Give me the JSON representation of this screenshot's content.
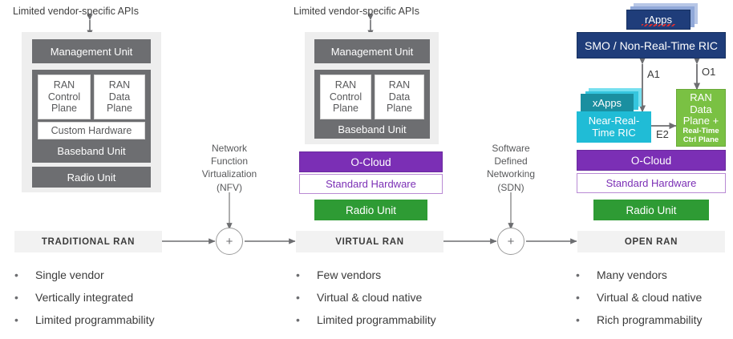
{
  "diagram": {
    "title": "RAN evolution: Traditional RAN to Virtual RAN to Open RAN",
    "colors": {
      "grey_block": "#6d6e71",
      "shell": "#eeeeee",
      "o_cloud_purple": "#7b2fb5",
      "standard_hardware_purple": "#7b2fb5",
      "radio_unit_green": "#2e9b34",
      "smo_navy": "#1f3d7a",
      "ric_cyan": "#20bcd6",
      "xapps_teal": "#1a8fa0",
      "ran_data_plane_green": "#7ac143",
      "stage_band": "#f2f2f2",
      "arrow": "#6d6e71"
    }
  },
  "columns": {
    "traditional": {
      "api_label": "Limited vendor-specific APIs",
      "management_unit": "Management Unit",
      "ran_control_plane": "RAN\nControl\nPlane",
      "ran_control_plane_lines": [
        "RAN",
        "Control",
        "Plane"
      ],
      "ran_data_plane_lines": [
        "RAN",
        "Data",
        "Plane"
      ],
      "custom_hardware": "Custom Hardware",
      "baseband_unit": "Baseband Unit",
      "radio_unit": "Radio Unit",
      "stage_label": "TRADITIONAL RAN",
      "bullets": [
        "Single vendor",
        "Vertically integrated",
        "Limited programmability"
      ]
    },
    "virtual": {
      "api_label": "Limited vendor-specific APIs",
      "management_unit": "Management Unit",
      "ran_control_plane_lines": [
        "RAN",
        "Control",
        "Plane"
      ],
      "ran_data_plane_lines": [
        "RAN",
        "Data",
        "Plane"
      ],
      "baseband_unit": "Baseband Unit",
      "o_cloud": "O-Cloud",
      "standard_hardware": "Standard Hardware",
      "radio_unit": "Radio Unit",
      "stage_label": "VIRTUAL RAN",
      "bullets": [
        "Few vendors",
        "Virtual & cloud native",
        "Limited programmability"
      ]
    },
    "open": {
      "rapps": "rApps",
      "smo": "SMO / Non-Real-Time RIC",
      "xapps": "xApps",
      "near_rt_ric_lines": [
        "Near-Real-",
        "Time RIC"
      ],
      "ran_data_plane_lines": [
        "RAN",
        "Data",
        "Plane +"
      ],
      "ran_data_plane_small_lines": [
        "Real-Time",
        "Ctrl Plane"
      ],
      "o_cloud": "O-Cloud",
      "standard_hardware": "Standard Hardware",
      "radio_unit": "Radio Unit",
      "interfaces": {
        "a1": "A1",
        "o1": "O1",
        "e2": "E2"
      },
      "stage_label": "OPEN RAN",
      "bullets": [
        "Many vendors",
        "Virtual & cloud native",
        "Rich programmability"
      ]
    }
  },
  "transitions": {
    "nfv": {
      "lines": [
        "Network",
        "Function",
        "Virtualization",
        "(NFV)"
      ],
      "plus": "+"
    },
    "sdn": {
      "lines": [
        "Software",
        "Defined",
        "Networking",
        "(SDN)"
      ],
      "plus": "+"
    }
  }
}
